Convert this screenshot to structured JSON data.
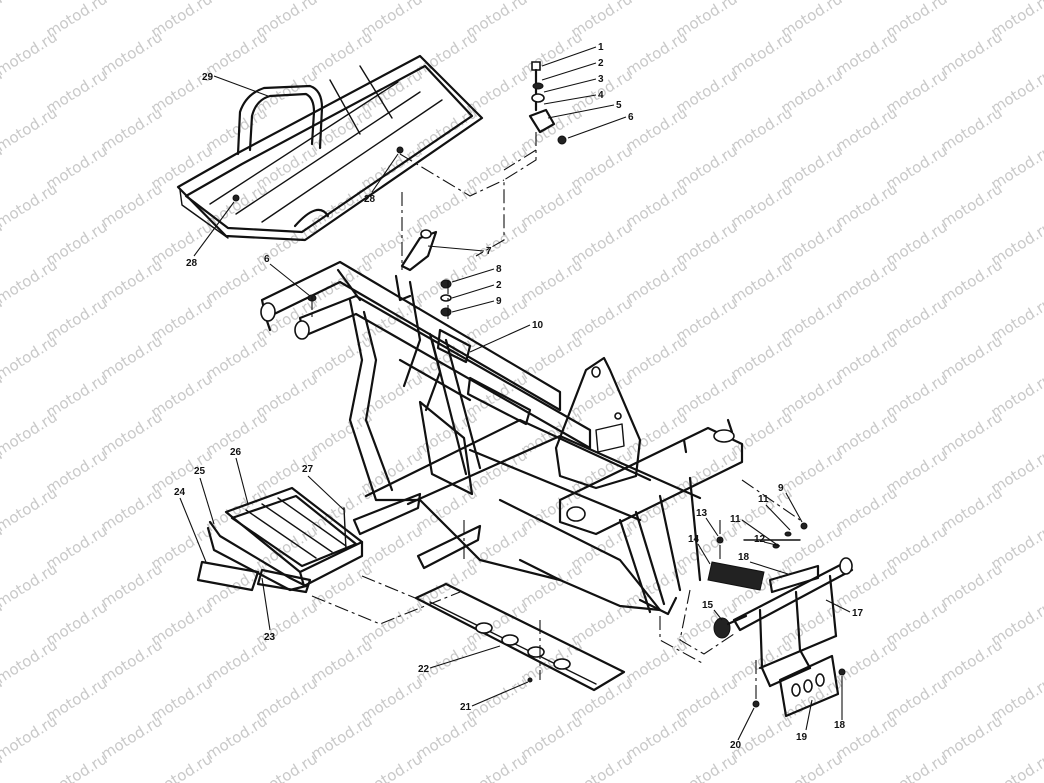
{
  "watermark": "motod.ru",
  "callouts": [
    "1",
    "2",
    "3",
    "4",
    "5",
    "6",
    "7",
    "8",
    "2",
    "9",
    "10",
    "6",
    "28",
    "28",
    "29",
    "26",
    "25",
    "24",
    "27",
    "23",
    "22",
    "21",
    "9",
    "11",
    "11",
    "12",
    "13",
    "14",
    "18",
    "15",
    "17",
    "20",
    "19",
    "18"
  ]
}
